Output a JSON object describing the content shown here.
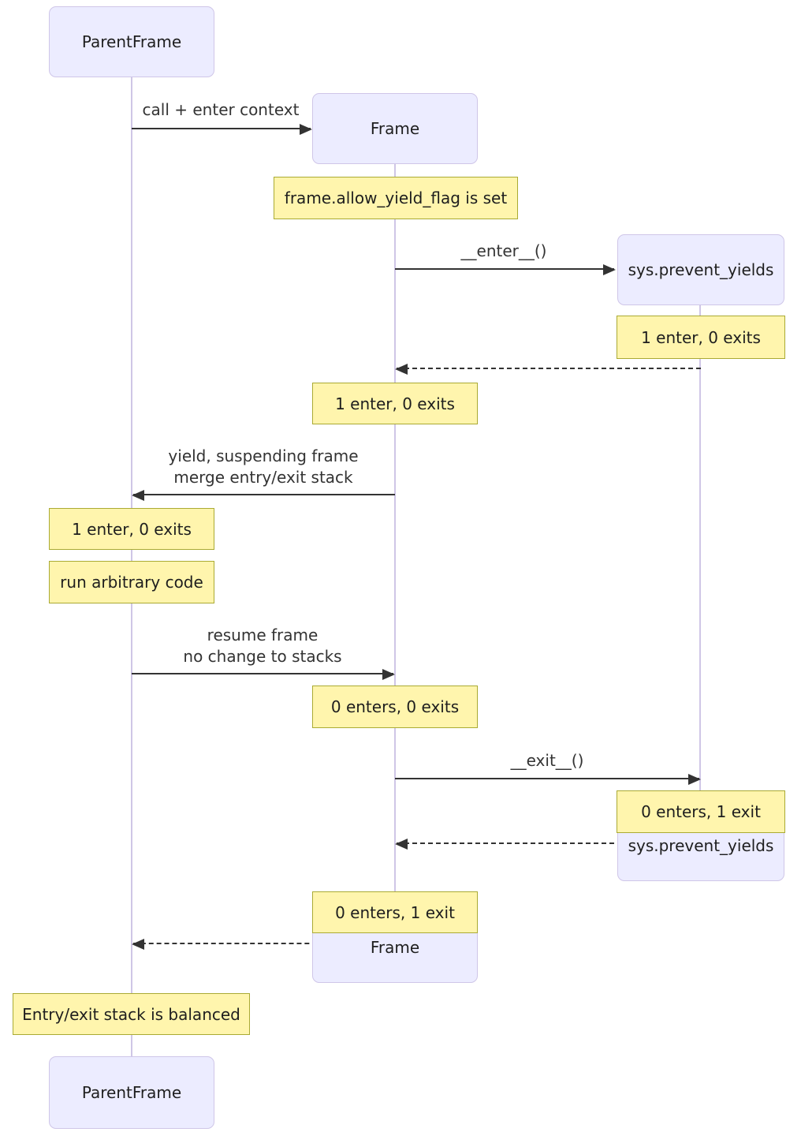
{
  "diagram_type": "sequence-diagram",
  "actors": {
    "parent_frame_top": {
      "label": "ParentFrame"
    },
    "frame_top": {
      "label": "Frame"
    },
    "sys_prevent_yields_top": {
      "label": "sys.prevent_yields"
    },
    "sys_prevent_yields_bottom": {
      "label": "sys.prevent_yields"
    },
    "frame_bottom": {
      "label": "Frame"
    },
    "parent_frame_bottom": {
      "label": "ParentFrame"
    }
  },
  "messages": {
    "call_enter_context": {
      "label": "call + enter context",
      "from": "ParentFrame",
      "to": "Frame",
      "style": "solid"
    },
    "enter_method": {
      "label": "__enter__()",
      "from": "Frame",
      "to": "sys.prevent_yields",
      "style": "solid"
    },
    "return_after_enter": {
      "label": "",
      "from": "sys.prevent_yields",
      "to": "Frame",
      "style": "dashed"
    },
    "yield_suspend": {
      "label": "yield, suspending frame\nmerge entry/exit stack",
      "from": "Frame",
      "to": "ParentFrame",
      "style": "solid"
    },
    "resume_frame": {
      "label": "resume frame\nno change to stacks",
      "from": "ParentFrame",
      "to": "Frame",
      "style": "solid"
    },
    "exit_method": {
      "label": "__exit__()",
      "from": "Frame",
      "to": "sys.prevent_yields",
      "style": "solid"
    },
    "return_after_exit": {
      "label": "",
      "from": "sys.prevent_yields",
      "to": "Frame",
      "style": "dashed"
    },
    "return_to_parent": {
      "label": "",
      "from": "Frame",
      "to": "ParentFrame",
      "style": "dashed"
    }
  },
  "notes": [
    {
      "text": "frame.allow_yield_flag is set",
      "over": "Frame"
    },
    {
      "text": "1 enter, 0 exits",
      "over": "sys.prevent_yields"
    },
    {
      "text": "1 enter, 0 exits",
      "over": "Frame"
    },
    {
      "text": "1 enter, 0 exits",
      "over": "ParentFrame"
    },
    {
      "text": "run arbitrary code",
      "over": "ParentFrame"
    },
    {
      "text": "0 enters, 0 exits",
      "over": "Frame"
    },
    {
      "text": "0 enters, 1 exit",
      "over": "sys.prevent_yields"
    },
    {
      "text": "0 enters, 1 exit",
      "over": "Frame"
    },
    {
      "text": "Entry/exit stack is balanced",
      "over": "ParentFrame"
    }
  ],
  "colors": {
    "actor_fill": "#ececff",
    "actor_border": "#cfc6e8",
    "actor_text": "#1e1e1e",
    "note_fill": "#fff5ad",
    "note_border": "#aaaa33",
    "note_text": "#1e1e1e",
    "lifeline": "#cfc6e6",
    "message_line": "#333333",
    "message_text": "#333333",
    "background": "#ffffff"
  }
}
